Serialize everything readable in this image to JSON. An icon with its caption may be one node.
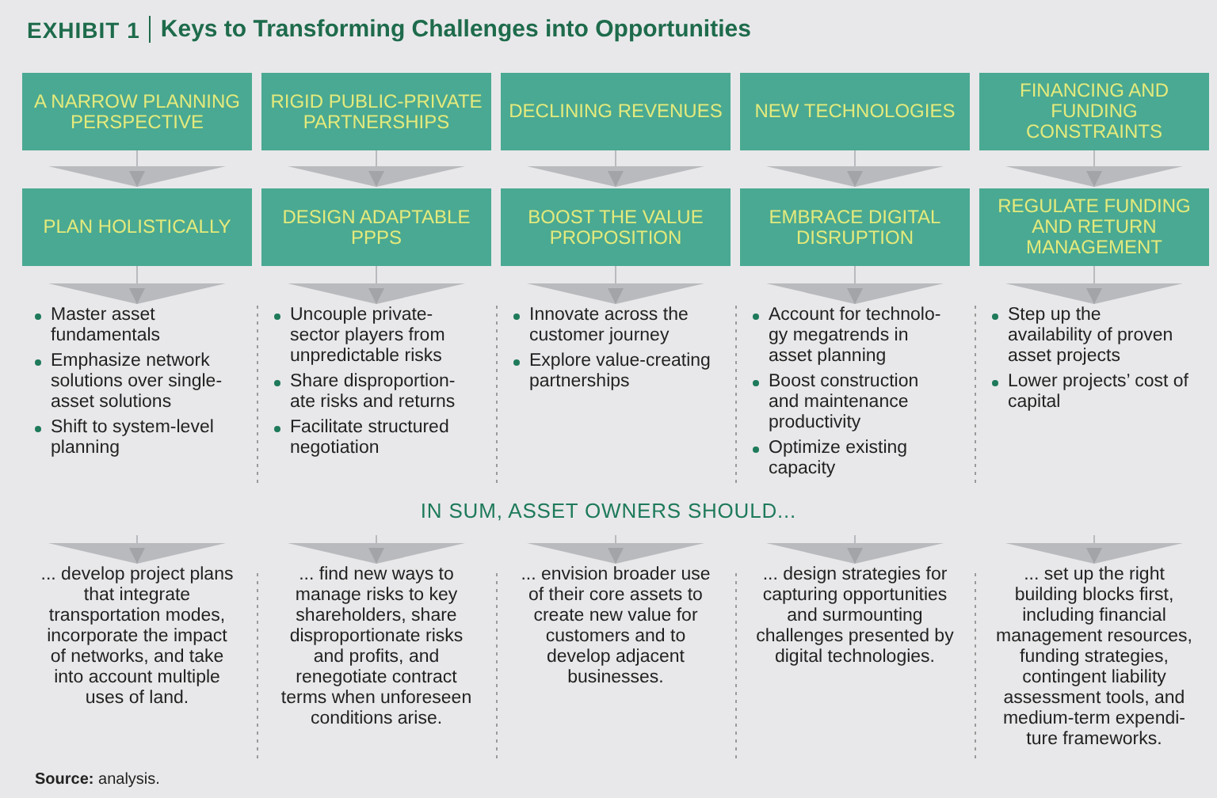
{
  "diagram": {
    "title": "Keys to Transforming Challenges into Opportunities",
    "caption": "**Source:** analysis.",
    "nodes": [
      {
        "text": [
          "A NARROW PLANNING PERSPECTIVE"
        ]
      },
      {
        "text": [
          "RIGID PUBLIC-PRIVATE PARTNERSHIPS"
        ]
      },
      {
        "text": [
          "DECLINING REVENUES"
        ]
      },
      {
        "text": [
          "NEW TECHNOLOGIES"
        ]
      },
      {
        "text": [
          "FINANCING AND FUNDING CONSTRAINTS"
        ]
      },
      {
        "text": [
          "PLAN HOLISTICALLY"
        ]
      },
      {
        "text": [
          "DESIGN ADAPTABLE PPPS"
        ]
      },
      {
        "text": [
          "BOOST THE VALUE PROPOSITION"
        ]
      },
      {
        "text": [
          "EMBRACE DIGITAL DISRUPTION"
        ]
      },
      {
        "text": [
          "REGULATE FUNDING AND RETURN MANAGEMENT"
        ]
      },
      {
        "text": [
          "Master asset fundamentals",
          "Emphasize network solutions over single-asset solutions",
          "Shift to system-level planning"
        ]
      },
      {
        "text": [
          "Uncouple private-sector players from unpredictable risks",
          "Share disproportion-ate risks and returns",
          "Facilitate structured negotiation"
        ]
      },
      {
        "text": [
          "Innovate across the customer journey",
          "Explore value-creating partnerships"
        ]
      },
      {
        "text": [
          "Account for technolo-gy megatrends in asset planning",
          "Boost construction and maintenance productivity",
          "Optimize existing capacity"
        ]
      },
      {
        "text": [
          "Step up the availability of proven asset projects",
          "Lower projects’ cost of capital"
        ]
      },
      {
        "text": [
          "... develop project plans that integrate transportation modes, incorporate the impact of networks, and take into account multiple uses of land."
        ]
      },
      {
        "text": [
          "... find new ways to manage risks to key shareholders, share disproportionate risks and profits, and renegotiate contract terms when unforeseen conditions arise."
        ]
      },
      {
        "text": [
          "... envision broader use of their core assets to create new value for customers and to develop adjacent businesses."
        ]
      },
      {
        "text": [
          "... design strategies for capturing opportunities and surmounting challenges presented by digital technologies."
        ]
      },
      {
        "text": [
          "... set up the right building blocks first, including financial management resources, funding strategies, contingent liability assessment tools, and medium-term expendi-ture frameworks."
        ]
      }
    ],
    "edges": [
      {
        "from": 0,
        "to": 5,
        "arrow": "to"
      },
      {
        "from": 1,
        "to": 6,
        "arrow": "to"
      },
      {
        "from": 2,
        "to": 7,
        "arrow": "to"
      },
      {
        "from": 3,
        "to": 8,
        "arrow": "to"
      },
      {
        "from": 4,
        "to": 9,
        "arrow": "to"
      },
      {
        "from": 5,
        "to": 10,
        "arrow": "to"
      },
      {
        "from": 6,
        "to": 11,
        "arrow": "to"
      },
      {
        "from": 7,
        "to": 12,
        "arrow": "to"
      },
      {
        "from": 8,
        "to": 13,
        "arrow": "to"
      },
      {
        "from": 9,
        "to": 14,
        "arrow": "to"
      },
      {
        "from": null,
        "to": 15,
        "arrow": "to"
      },
      {
        "from": null,
        "to": 16,
        "arrow": "to"
      },
      {
        "from": null,
        "to": 17,
        "arrow": "to"
      },
      {
        "from": null,
        "to": 18,
        "arrow": "to"
      },
      {
        "from": null,
        "to": 19,
        "arrow": "to"
      }
    ],
    "labels": [
      "EXHIBIT 1",
      "IN SUM, ASSET OWNERS SHOULD..."
    ]
  }
}
